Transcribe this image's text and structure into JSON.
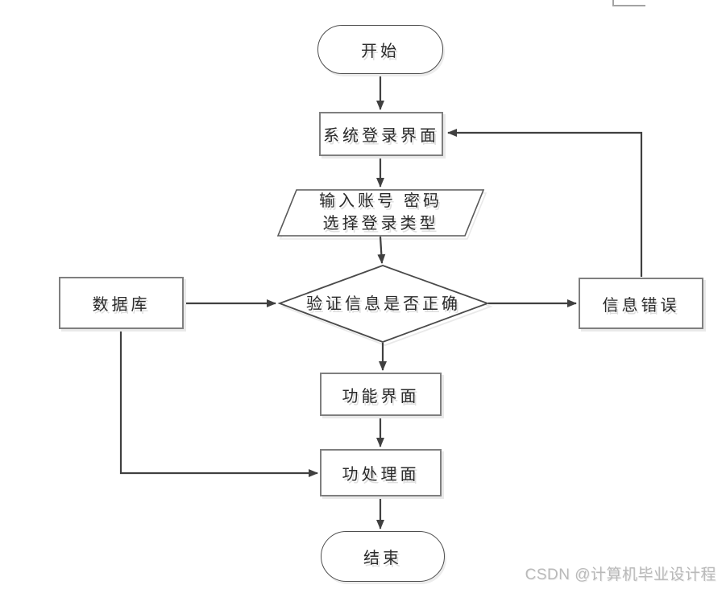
{
  "flowchart": {
    "nodes": {
      "start": {
        "shape": "terminator",
        "label": "开始"
      },
      "login": {
        "shape": "process",
        "label": "系统登录界面"
      },
      "input": {
        "shape": "parallelogram",
        "line1": "输入账号 密码",
        "line2": "选择登录类型"
      },
      "decision": {
        "shape": "diamond",
        "label": "验证信息是否正确"
      },
      "database": {
        "shape": "process",
        "label": "数据库"
      },
      "error": {
        "shape": "process",
        "label": "信息错误"
      },
      "function_ui": {
        "shape": "process",
        "label": "功能界面"
      },
      "processing": {
        "shape": "process",
        "label": "功处理面"
      },
      "end": {
        "shape": "terminator",
        "label": "结束"
      }
    },
    "edges": [
      {
        "from": "start",
        "to": "login"
      },
      {
        "from": "login",
        "to": "input"
      },
      {
        "from": "input",
        "to": "decision"
      },
      {
        "from": "decision",
        "to": "function_ui"
      },
      {
        "from": "function_ui",
        "to": "processing"
      },
      {
        "from": "processing",
        "to": "end"
      },
      {
        "from": "database",
        "to": "decision"
      },
      {
        "from": "decision",
        "to": "error"
      },
      {
        "from": "error",
        "to": "login"
      },
      {
        "from": "database",
        "to": "processing"
      }
    ]
  },
  "watermark": {
    "text": "CSDN @计算机毕业设计程"
  },
  "colors": {
    "line": "#404040",
    "process_border": "#7f7f7f",
    "terminator_border": "#4d4d4d",
    "shape_outline": "#4a4a4a",
    "text": "#2b2b2b",
    "shadow": "#e9e9e9",
    "watermark": "#b9b9b9",
    "corner_fragment": "#a3a3a3"
  }
}
